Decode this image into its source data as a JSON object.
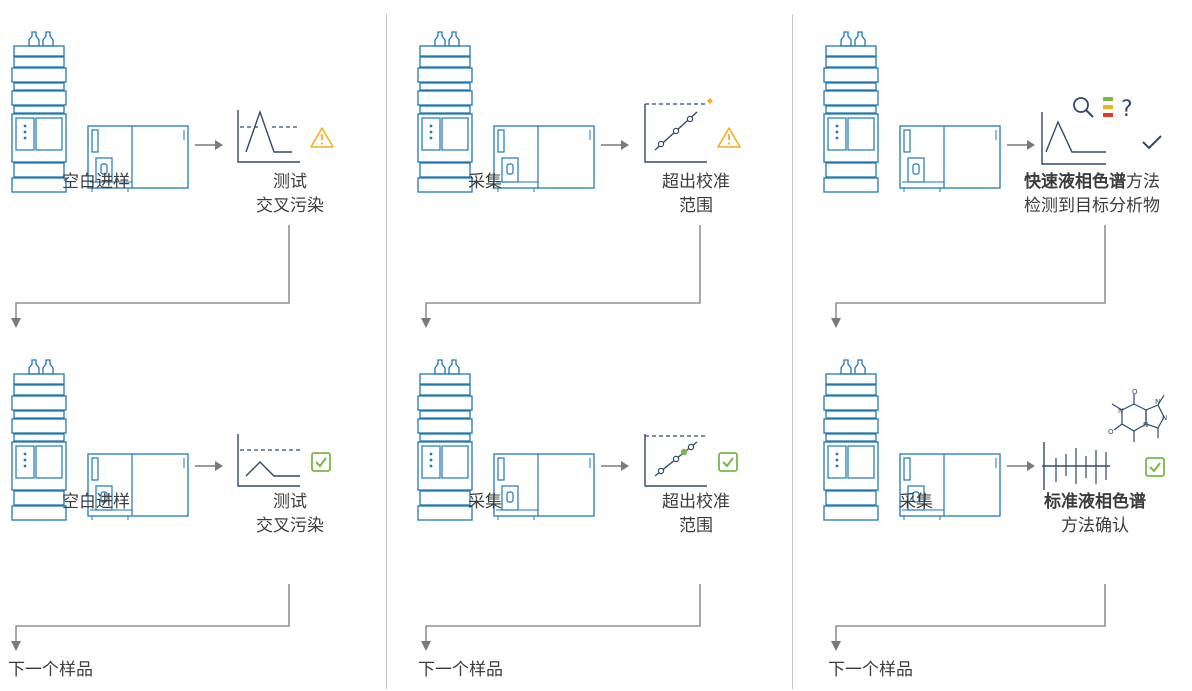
{
  "columns": [
    {
      "top": {
        "left_label": "空白进样",
        "right_label_1": "测试",
        "right_label_2": "交叉污染",
        "status": "warning"
      },
      "bottom": {
        "left_label": "空白进样",
        "right_label_1": "测试",
        "right_label_2": "交叉污染",
        "status": "check"
      },
      "next_label": "下一个样品"
    },
    {
      "top": {
        "left_label": "采集",
        "right_label_1": "超出校准",
        "right_label_2": "范围",
        "status": "warning"
      },
      "bottom": {
        "left_label": "采集",
        "right_label_1": "超出校准",
        "right_label_2": "范围",
        "status": "check"
      },
      "next_label": "下一个样品"
    },
    {
      "top": {
        "left_label": "",
        "right_label_1_bold": "快速液相色谱",
        "right_label_1_rest": "方法",
        "right_label_2": "检测到目标分析物",
        "status": "check-mark"
      },
      "bottom": {
        "left_label": "采集",
        "right_label_1_bold": "标准液相色谱",
        "right_label_2": "方法确认",
        "status": "check"
      },
      "next_label": "下一个样品"
    }
  ],
  "colors": {
    "line": "#2f4a6b",
    "instrument": "#1f78b4",
    "warning": "#f2b01e",
    "check": "#7ab648",
    "arrow": "#7a7a7a",
    "divider": "#c8c8c8",
    "search": "#2f4a6b",
    "bar_green": "#7ab648",
    "bar_yellow": "#f2b01e",
    "bar_red": "#e03a2e"
  }
}
